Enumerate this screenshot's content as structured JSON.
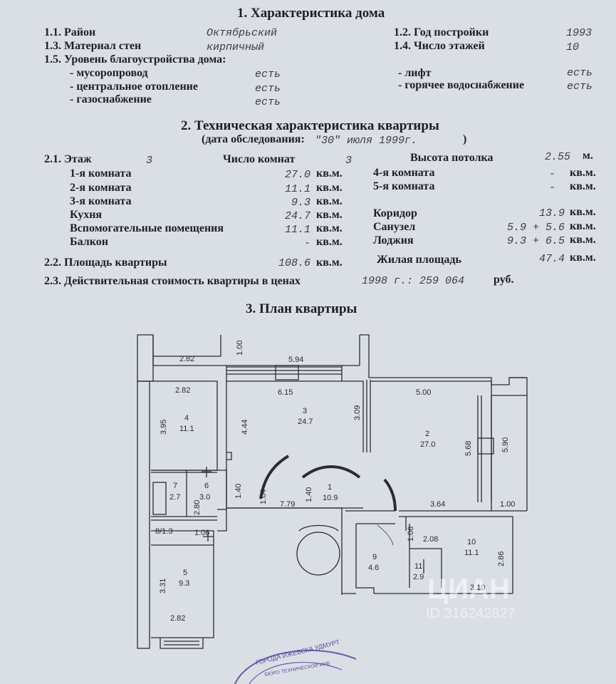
{
  "sec1": {
    "title": "1. Характеристика дома",
    "district_label": "1.1. Район",
    "district_value": "Октябрьский",
    "year_label": "1.2. Год постройки",
    "year_value": "1993",
    "walls_label": "1.3. Материал стен",
    "walls_value": "кирпичный",
    "floors_label": "1.4. Число этажей",
    "floors_value": "10",
    "amenities_label": "1.5. Уровень благоустройства дома:",
    "amenities": [
      {
        "label": "- мусоропровод",
        "value": "есть"
      },
      {
        "label": "- центральное отопление",
        "value": "есть"
      },
      {
        "label": "- газоснабжение",
        "value": "есть"
      },
      {
        "label": "- лифт",
        "value": "есть"
      },
      {
        "label": "- горячее водоснабжение",
        "value": "есть"
      }
    ]
  },
  "sec2": {
    "title": "2. Техническая характеристика квартиры",
    "survey_prefix": "(дата обследования:",
    "survey_date": "\"30\" июля 1999г.",
    "survey_suffix": ")",
    "floor_label": "2.1. Этаж",
    "floor_value": "3",
    "rooms_label": "Число комнат",
    "rooms_value": "3",
    "ceiling_label": "Высота потолка",
    "ceiling_value": "2.55",
    "ceiling_unit": "м.",
    "unit": "кв.м.",
    "left_rows": [
      {
        "label": "1-я комната",
        "value": "27.0"
      },
      {
        "label": "2-я комната",
        "value": "11.1"
      },
      {
        "label": "3-я комната",
        "value": "9.3"
      },
      {
        "label": "Кухня",
        "value": "24.7"
      },
      {
        "label": "Вспомогательные помещения",
        "value": "11.1"
      },
      {
        "label": "Балкон",
        "value": "-"
      }
    ],
    "right_rows": [
      {
        "label": "4-я комната",
        "value": "-"
      },
      {
        "label": "5-я комната",
        "value": "-"
      },
      {
        "label": "Коридор",
        "value": "13.9"
      },
      {
        "label": "Санузел",
        "value": "5.9 + 5.6"
      },
      {
        "label": "Лоджия",
        "value": "9.3 + 6.5"
      }
    ],
    "area_label": "2.2. Площадь квартиры",
    "area_value": "108.6",
    "living_label": "Жилая площадь",
    "living_value": "47.4",
    "cost_label": "2.3. Действительная стоимость квартиры в ценах",
    "cost_value": "1998 г.: 259 064",
    "cost_unit": "руб."
  },
  "sec3": {
    "title": "3. План квартиры",
    "dims": [
      "2.82",
      "1.00",
      "5.94",
      "2.82",
      "6.15",
      "5.00",
      "3.95",
      "4.44",
      "3.09",
      "5.68",
      "5.90",
      "1.40",
      "1.04",
      "1.40",
      "7.79",
      "3.64",
      "1.00",
      "2.80",
      "1.06",
      "1.06",
      "2.08",
      "2.86",
      "3.31",
      "2.82",
      "3.10"
    ],
    "rooms": [
      {
        "num": "4",
        "area": "11.1"
      },
      {
        "num": "3",
        "area": "24.7"
      },
      {
        "num": "2",
        "area": "27.0"
      },
      {
        "num": "7",
        "area": "2.7"
      },
      {
        "num": "6",
        "area": "3.0"
      },
      {
        "num": "1",
        "area": "10.9"
      },
      {
        "num": "8/1.3",
        "area": ""
      },
      {
        "num": "9",
        "area": "4.6"
      },
      {
        "num": "11",
        "area": "2.9"
      },
      {
        "num": "10",
        "area": "11.1"
      },
      {
        "num": "5",
        "area": "9.3"
      }
    ]
  },
  "watermark": {
    "brand": "ЦИАН",
    "id": "ID 316242827"
  },
  "stamp": {
    "text": "ГОРОДА ИЖЕВСКА УДМУРТ",
    "inner": "БЮРО ТЕХНИЧЕСКОЙ ИНВ"
  }
}
